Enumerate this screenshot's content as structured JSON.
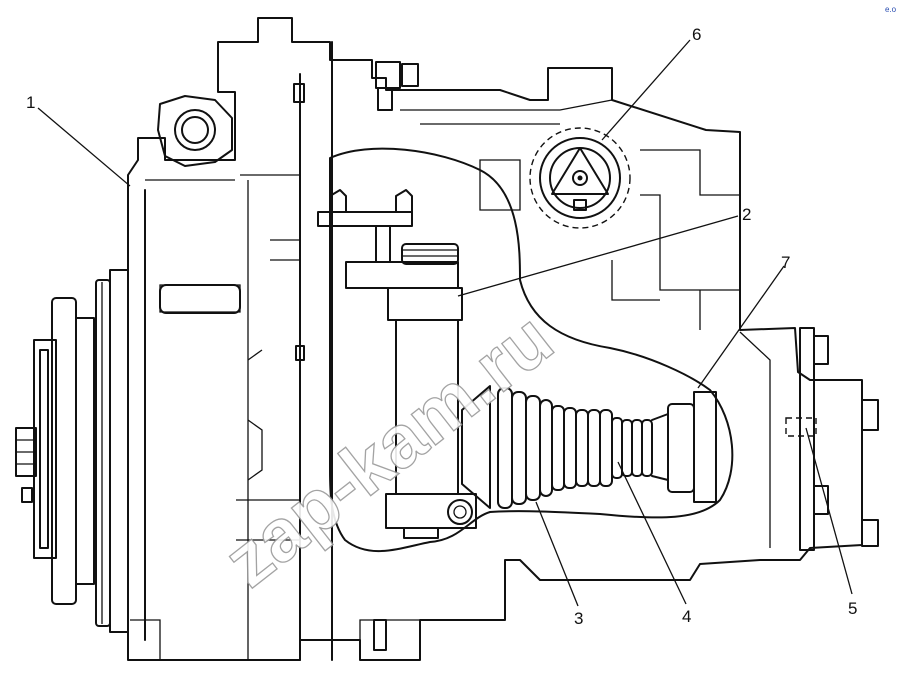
{
  "figure": {
    "callouts": [
      {
        "id": "callout-1",
        "label": "1"
      },
      {
        "id": "callout-2",
        "label": "2"
      },
      {
        "id": "callout-3",
        "label": "3"
      },
      {
        "id": "callout-4",
        "label": "4"
      },
      {
        "id": "callout-5",
        "label": "5"
      },
      {
        "id": "callout-6",
        "label": "6"
      },
      {
        "id": "callout-7",
        "label": "7"
      }
    ],
    "watermark": "zap-kam.ru",
    "corner_mark": "e.o"
  }
}
